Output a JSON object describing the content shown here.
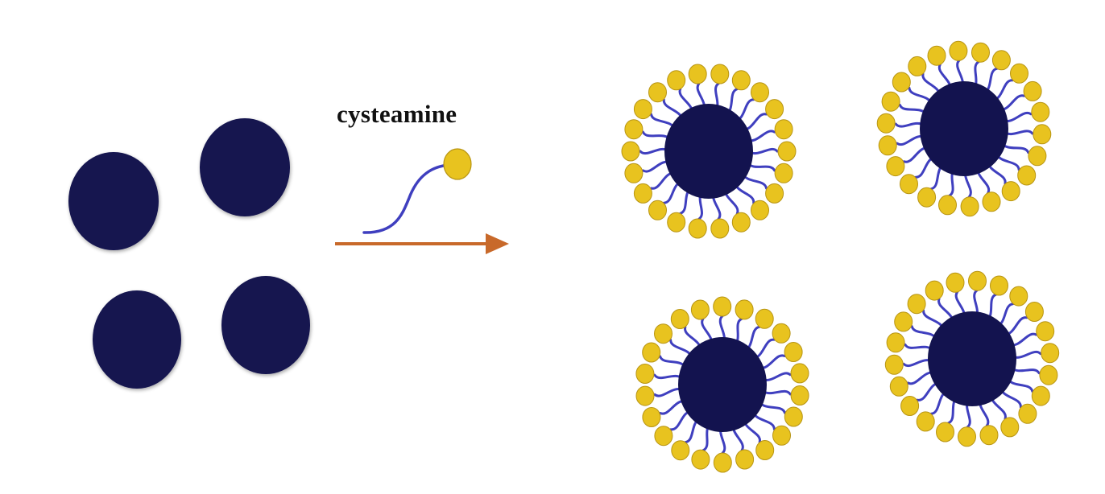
{
  "reagent": {
    "label": "cysteamine"
  },
  "colors": {
    "background": "#ffffff",
    "nanoparticle": "#13134f",
    "ligand_chain": "#3f3fbf",
    "ligand_head": "#e8c31f",
    "ligand_head_outline": "#b89514",
    "arrow": "#c8692a"
  },
  "bare_nanoparticles": {
    "count": 4
  },
  "functionalized_nanoparticles": {
    "count": 4
  }
}
